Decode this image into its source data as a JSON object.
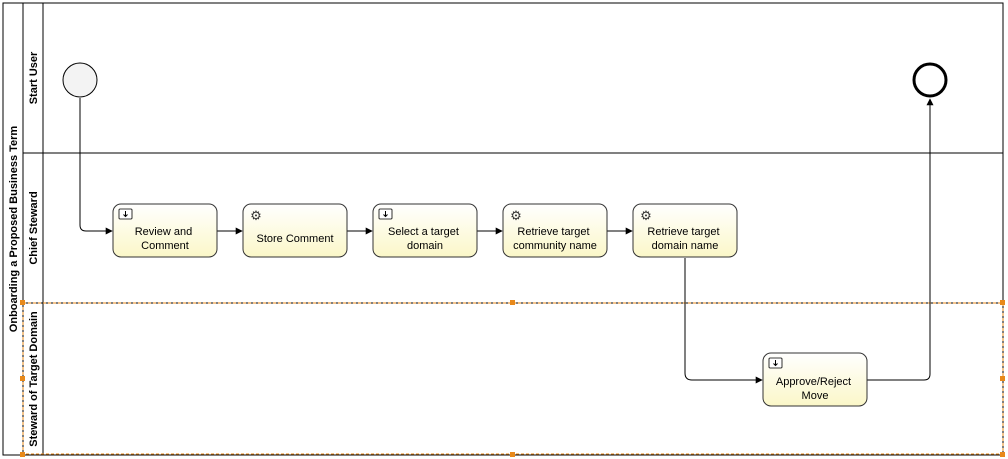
{
  "pool": {
    "name": "Onboarding a Proposed Business Term"
  },
  "lanes": [
    {
      "id": "start-user",
      "name": "Start User"
    },
    {
      "id": "chief-steward",
      "name": "Chief Steward"
    },
    {
      "id": "steward-target-domain",
      "name": "Steward of Target Domain"
    }
  ],
  "tasks": [
    {
      "id": "review",
      "type": "user-task",
      "icon": "user-task-icon",
      "lines": [
        "Review and",
        "Comment"
      ]
    },
    {
      "id": "store",
      "type": "service-task",
      "icon": "gear-icon",
      "lines": [
        "Store Comment"
      ]
    },
    {
      "id": "select",
      "type": "user-task",
      "icon": "user-task-icon",
      "lines": [
        "Select a target",
        "domain"
      ]
    },
    {
      "id": "retrieve-community",
      "type": "service-task",
      "icon": "gear-icon",
      "lines": [
        "Retrieve target",
        "community name"
      ]
    },
    {
      "id": "retrieve-domain",
      "type": "service-task",
      "icon": "gear-icon",
      "lines": [
        "Retrieve target",
        "domain name"
      ]
    },
    {
      "id": "approve",
      "type": "user-task",
      "icon": "user-task-icon",
      "lines": [
        "Approve/Reject",
        "Move"
      ]
    }
  ],
  "events": [
    {
      "id": "start",
      "type": "start-event"
    },
    {
      "id": "end",
      "type": "end-event"
    }
  ],
  "colors": {
    "task_fill_top": "#ffffff",
    "task_fill_bottom": "#fbf7c8",
    "task_border": "#333333",
    "start_fill": "#f3f3f3",
    "selection_handle": "#e8891a",
    "line": "#000000"
  }
}
